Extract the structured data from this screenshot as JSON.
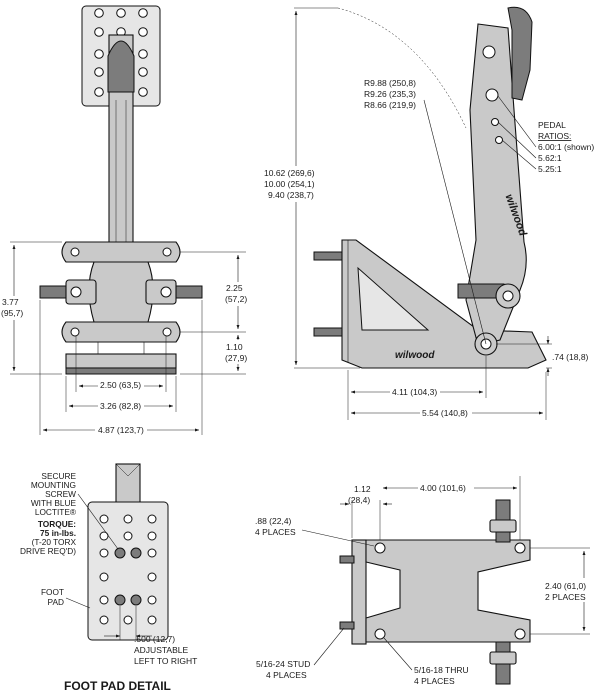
{
  "dims": {
    "front_height": "3.77",
    "front_height_mm": "(95,7)",
    "front_upper": "2.25",
    "front_upper_mm": "(57,2)",
    "front_lower": "1.10",
    "front_lower_mm": "(27,9)",
    "w_250": "2.50 (63,5)",
    "w_326": "3.26 (82,8)",
    "w_487": "4.87 (123,7)",
    "r1": "R9.88 (250,8)",
    "r2": "R9.26 (235,3)",
    "r3": "R8.66 (219,9)",
    "h1": "10.62 (269,6)",
    "h2": "10.00 (254,1)",
    "h3": "9.40 (238,7)",
    "pedal_ratios_line1": "PEDAL",
    "pedal_ratios_line2": "RATIOS:",
    "ratio1": "6.00:1 (shown)",
    "ratio2": "5.62:1",
    "ratio3": "5.25:1",
    "pivot_h": ".74 (18,8)",
    "side_411": "4.11 (104,3)",
    "side_554": "5.54 (140,8)",
    "top_112": "1.12",
    "top_112_mm": "(28,4)",
    "top_400": "4.00 (101,6)",
    "top_088": ".88 (22,4)",
    "top_088_note": "4 PLACES",
    "top_240": "2.40 (61,0)",
    "top_240_note": "2 PLACES",
    "stud_line1": "5/16-24 STUD",
    "stud_line2": "4 PLACES",
    "thru_line1": "5/16-18 THRU",
    "thru_line2": "4 PLACES"
  },
  "detail": {
    "screw_lines": [
      "SECURE",
      "MOUNTING",
      "SCREW",
      "WITH BLUE",
      "LOCTITE®",
      "TORQUE:",
      "75 in-lbs.",
      "(T-20 TORX",
      "DRIVE REQ'D)"
    ],
    "foot_pad_lines": [
      "FOOT",
      "PAD"
    ],
    "adjust_dim": ".500 (12,7)",
    "adjust_lines": [
      "ADJUSTABLE",
      "LEFT TO RIGHT"
    ],
    "title": "FOOT PAD DETAIL"
  },
  "logo": "wilwood",
  "colors": {
    "line": "#1a1a1a",
    "part_fill": "#c9c9c9",
    "dark_fill": "#7c7c7c",
    "background": "#ffffff"
  }
}
